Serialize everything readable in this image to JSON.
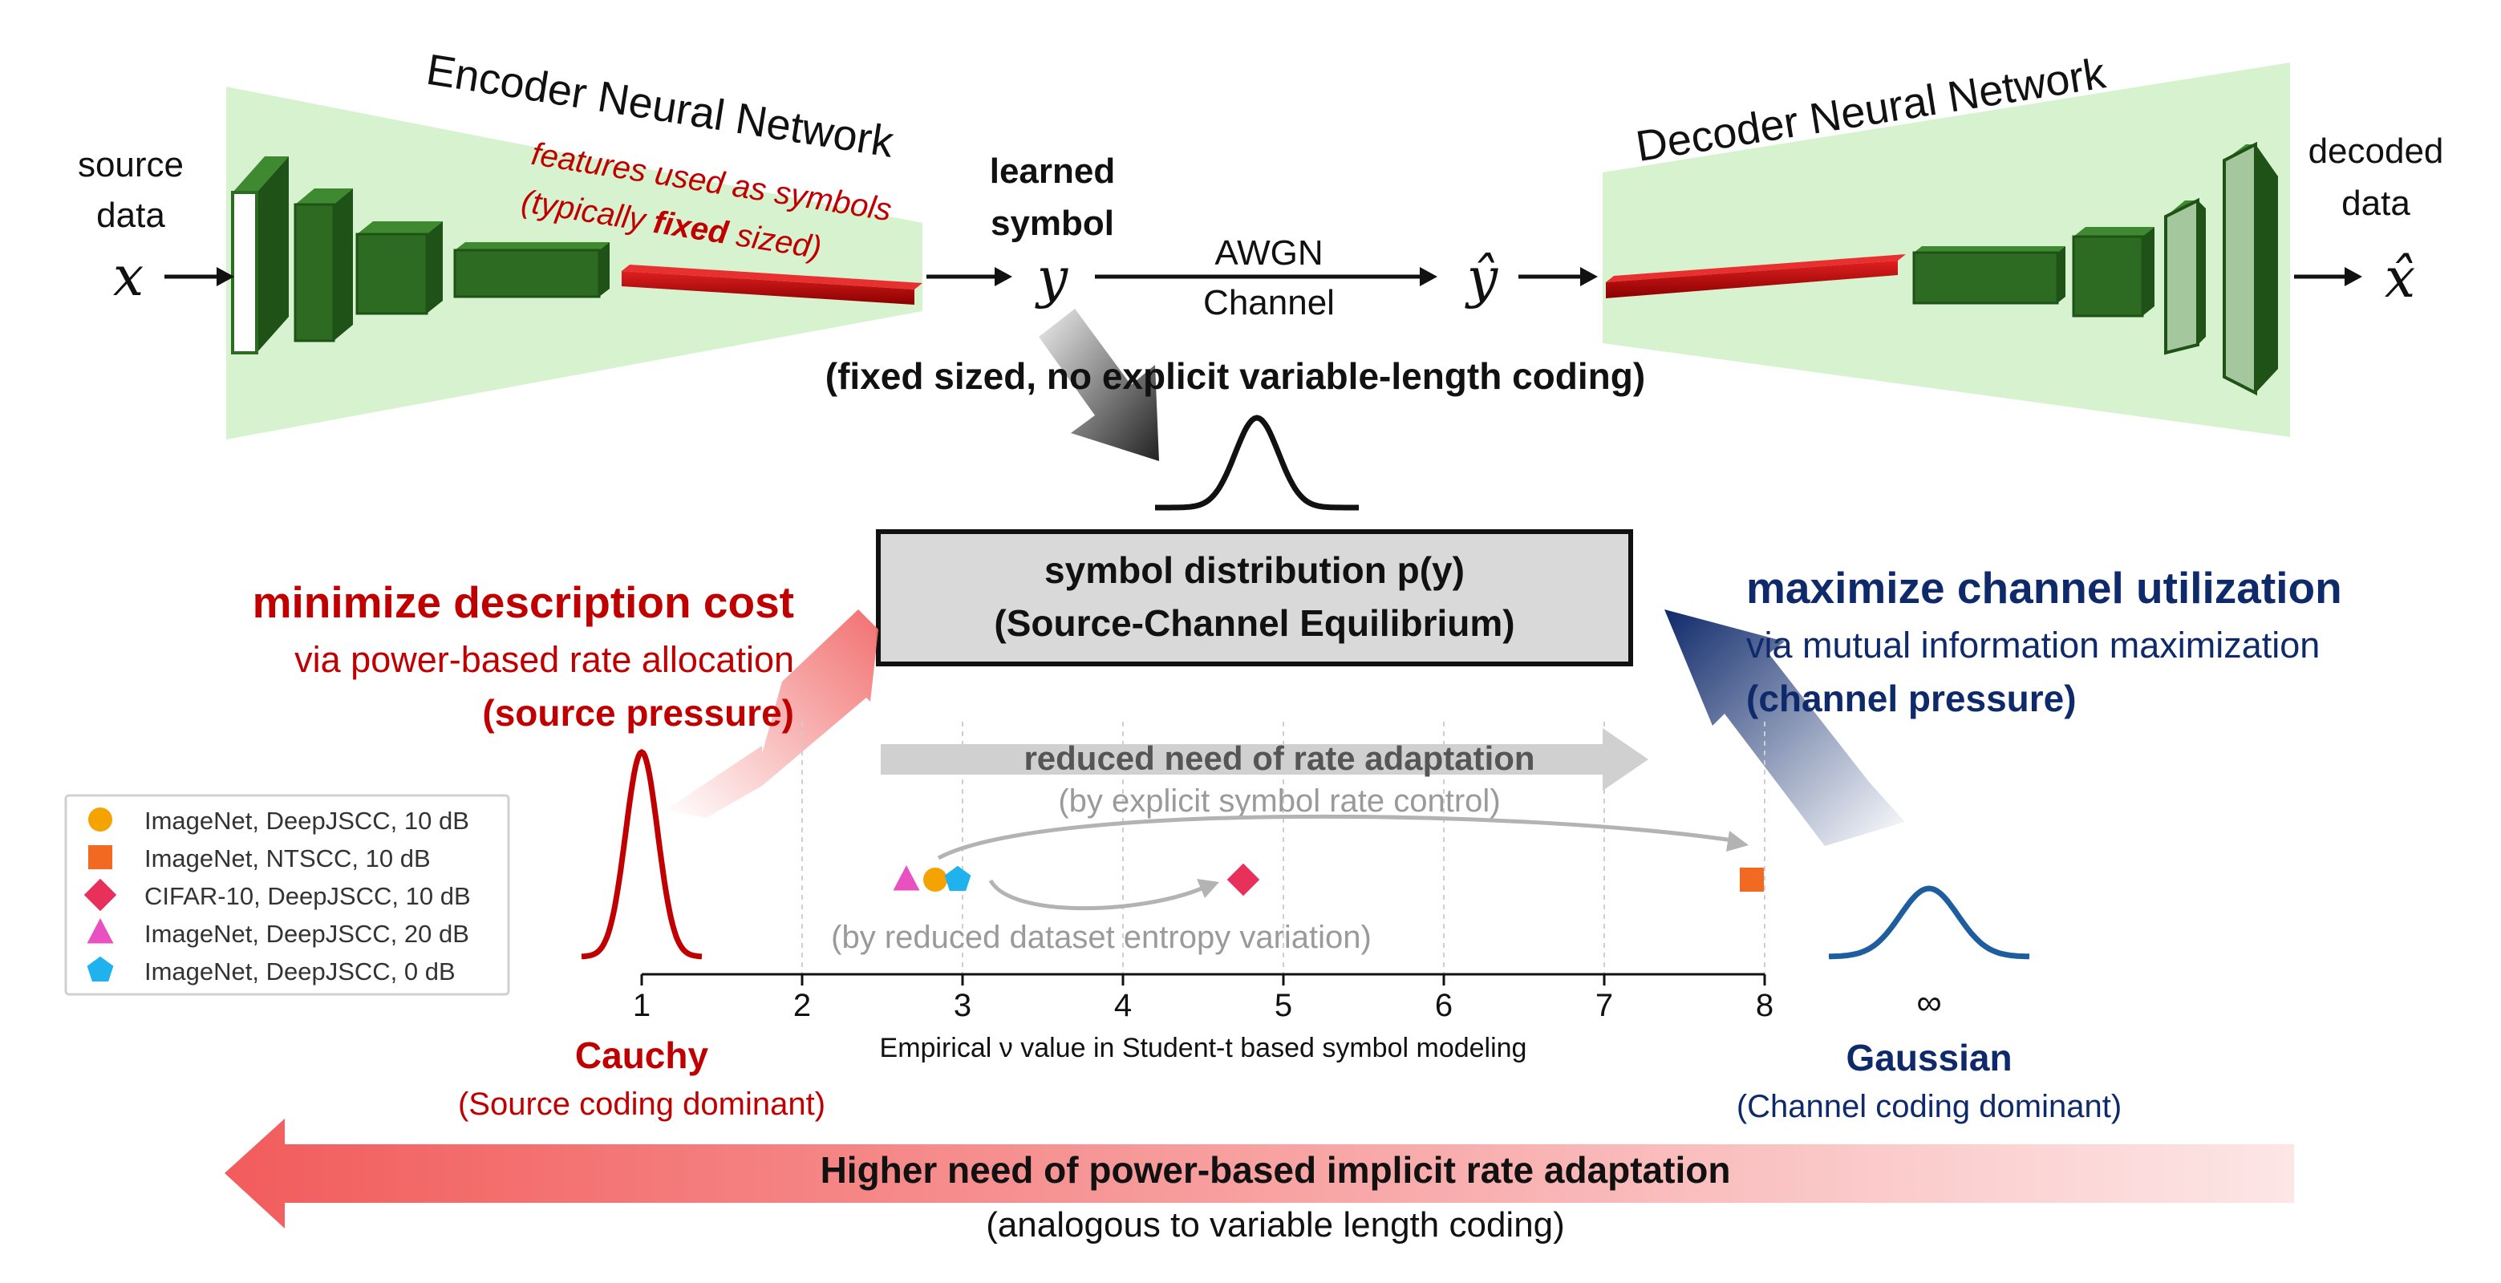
{
  "encoder": {
    "title": "Encoder Neural Network",
    "features_line1": "features used as symbols",
    "features_line2_pre": "(typically ",
    "features_line2_bold": "fixed",
    "features_line2_post": " sized)"
  },
  "decoder": {
    "title": "Decoder Neural Network"
  },
  "source": {
    "line1": "source",
    "line2": "data",
    "symbol": "x"
  },
  "symbol": {
    "line1": "learned",
    "line2": "symbol",
    "var": "y"
  },
  "channel": {
    "line1": "AWGN",
    "line2": "Channel",
    "yhat": "ŷ"
  },
  "decoded": {
    "line1": "decoded",
    "line2": "data",
    "xhat": "x̂"
  },
  "fixed_note": "(fixed sized, no explicit variable-length coding)",
  "equilibrium_box": {
    "line1": "symbol distribution p(y)",
    "line2": "(Source-Channel Equilibrium)"
  },
  "left_pressure": {
    "title": "minimize description cost",
    "sub": "via power-based rate allocation",
    "tag": "(source pressure)"
  },
  "right_pressure": {
    "title": "maximize channel utilization",
    "sub": "via mutual information maximization",
    "tag": "(channel pressure)"
  },
  "rate_arrow": {
    "label": "reduced need of rate adaptation",
    "sub": "(by explicit symbol rate control)"
  },
  "entropy_note": "(by reduced dataset entropy variation)",
  "bottom_arrow": {
    "label": "Higher need of power-based implicit rate adaptation",
    "sub": "(analogous to variable length coding)"
  },
  "cauchy": {
    "title": "Cauchy",
    "sub": "(Source coding dominant)"
  },
  "gaussian": {
    "title": "Gaussian",
    "sub": "(Channel coding dominant)"
  },
  "colors": {
    "red": "#c00000",
    "navy": "#0f2a6b",
    "green_bg": "#d6f2cf",
    "green_block": "#2d6a22",
    "grey_arrow": "#d0d0d0",
    "orange": "#f5a300",
    "orange_sq": "#f26a21",
    "crimson": "#e8315a",
    "pink": "#e950c0",
    "cyan": "#1fb2ef"
  },
  "chart_data": {
    "type": "scatter",
    "xlabel": "Empirical ν value in Student-t based symbol modeling",
    "xticks": [
      "1",
      "2",
      "3",
      "4",
      "5",
      "6",
      "7",
      "8"
    ],
    "inf_tick": "∞",
    "xlim": [
      1,
      8
    ],
    "grid": "vertical dashed",
    "legend_position": "left",
    "series": [
      {
        "name": "ImageNet, DeepJSCC, 10 dB",
        "marker": "circle",
        "color": "#f5a300",
        "x": 2.83
      },
      {
        "name": "ImageNet, NTSCC, 10 dB",
        "marker": "square",
        "color": "#f26a21",
        "x": 7.92
      },
      {
        "name": "CIFAR-10, DeepJSCC, 10 dB",
        "marker": "diamond",
        "color": "#e8315a",
        "x": 4.75
      },
      {
        "name": "ImageNet, DeepJSCC, 20 dB",
        "marker": "triangle",
        "color": "#e950c0",
        "x": 2.65
      },
      {
        "name": "ImageNet, DeepJSCC, 0 dB",
        "marker": "pentagon",
        "color": "#1fb2ef",
        "x": 2.97
      }
    ]
  }
}
